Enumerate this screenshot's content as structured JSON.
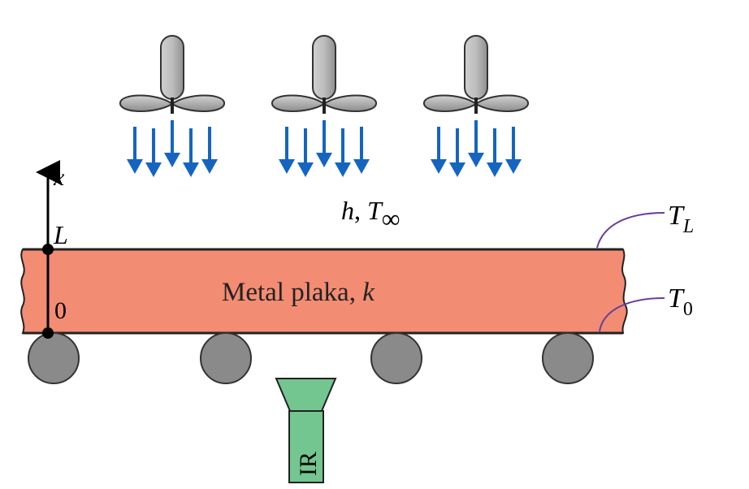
{
  "labels": {
    "axis_x": "x",
    "axis_L": "L",
    "axis_0": "0",
    "h": "h",
    "comma_sep": ", ",
    "T": "T",
    "inf": "∞",
    "plate_word1": "Metal",
    "plate_word2": "plaka",
    "plate_k": "k",
    "TL_base": "T",
    "TL_sub": "L",
    "T0_base": "T",
    "T0_sub": "0",
    "ir": "IR"
  },
  "colors": {
    "plate": "#f28c73",
    "arrow": "#1565c0",
    "roller": "#8a8a8a",
    "fan": "#a8a8a8",
    "ir_body": "#73c68f",
    "leader": "#6a3d9a"
  },
  "icons": {
    "fan": "fan-icon",
    "arrow": "air-flow-arrow-icon",
    "roller": "roller-icon",
    "sensor": "ir-sensor-icon"
  }
}
